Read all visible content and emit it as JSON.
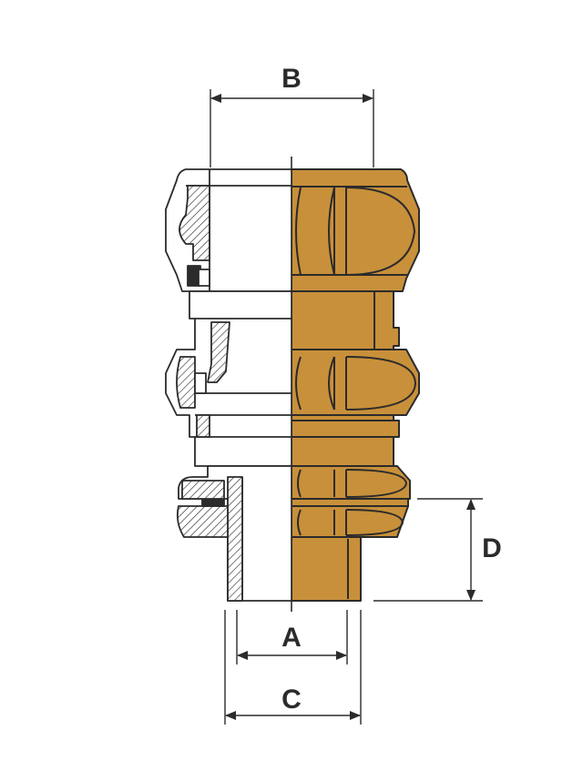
{
  "colors": {
    "brass": "#C8903A",
    "outline": "#2b2b2b",
    "background": "#ffffff"
  },
  "dimension_labels": {
    "a": "A",
    "b": "B",
    "c": "C",
    "d": "D"
  }
}
